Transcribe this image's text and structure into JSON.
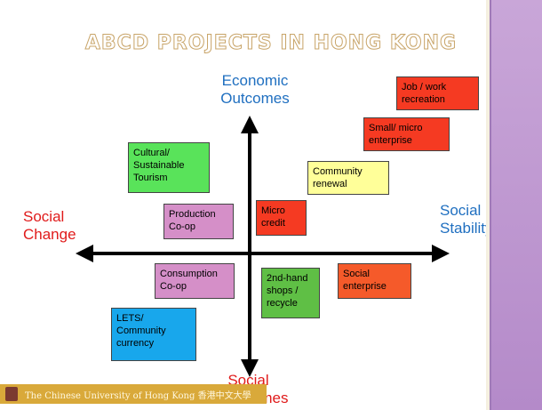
{
  "title": "ABCD PROJECTS IN HONG KONG",
  "axes": {
    "top": "Economic Outcomes",
    "bottom": "Social Outcomes",
    "left": "Social Change",
    "right": "Social Stability"
  },
  "boxes": [
    {
      "id": "job",
      "text": "Job / work recreation",
      "color": "#f53a22"
    },
    {
      "id": "small",
      "text": "Small/ micro enterprise",
      "color": "#f53a22"
    },
    {
      "id": "renewal",
      "text": "Community renewal",
      "color": "#ffff99"
    },
    {
      "id": "tourism",
      "text": "Cultural/ Sustainable Tourism",
      "color": "#59e35a"
    },
    {
      "id": "production",
      "text": "Production Co-op",
      "color": "#d58fc8"
    },
    {
      "id": "micro",
      "text": "Micro credit",
      "color": "#f53a22"
    },
    {
      "id": "consumption",
      "text": "Consumption Co-op",
      "color": "#d58fc8"
    },
    {
      "id": "shops",
      "text": "2nd-hand shops / recycle",
      "color": "#5fbf45"
    },
    {
      "id": "social",
      "text": "Social enterprise",
      "color": "#f55a2a"
    },
    {
      "id": "lets",
      "text": "LETS/ Community currency",
      "color": "#18a7ec"
    }
  ],
  "footer": "The Chinese University of Hong Kong 香港中文大學",
  "colors": {
    "axis_blue": "#1f6fc0",
    "axis_red": "#e01b1b"
  }
}
